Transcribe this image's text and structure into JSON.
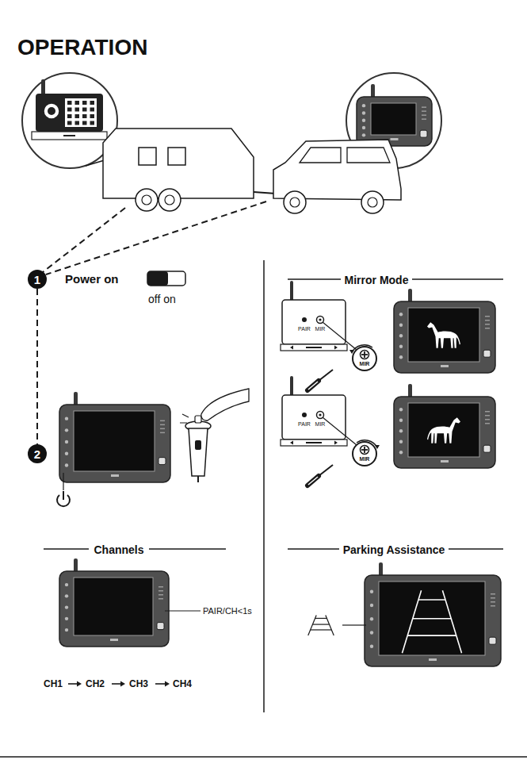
{
  "diagram": {
    "title": "OPERATION",
    "nodes": [
      {
        "text": [
          "1"
        ]
      },
      {
        "text": [
          "2"
        ]
      }
    ],
    "edges": [
      {
        "from": 0,
        "to": 1,
        "arrow": "none"
      }
    ],
    "labels": [
      "Power on",
      "off on",
      "Mirror Mode",
      "PAIR",
      "MIR",
      "MIR",
      "PAIR",
      "MIR",
      "MIR",
      "Channels",
      "PAIR/CH<1s",
      "CH1",
      "CH2",
      "CH3",
      "CH4",
      "Parking Assistance"
    ]
  }
}
